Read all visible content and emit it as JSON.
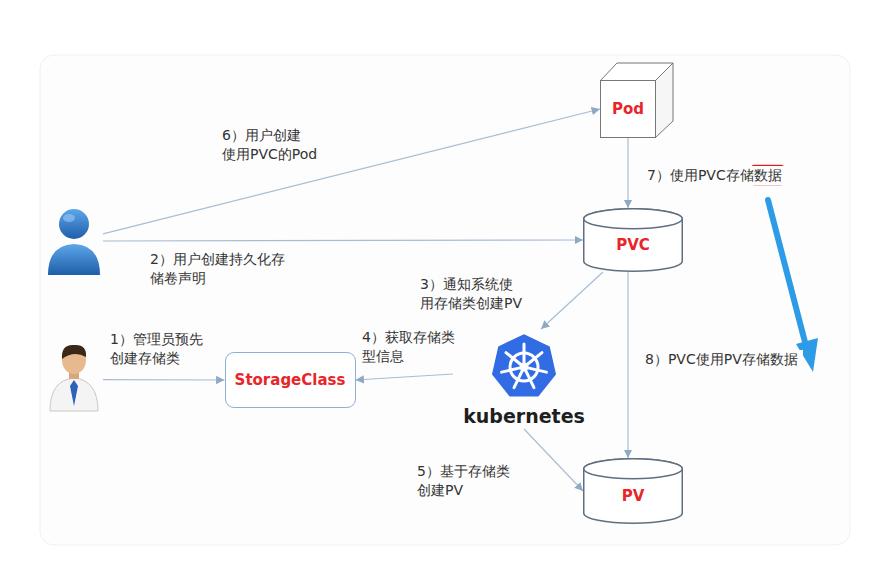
{
  "diagram": {
    "nodes": [
      {
        "text": [
          "Pod"
        ]
      },
      {
        "text": []
      },
      {
        "text": [
          "PVC"
        ]
      },
      {
        "text": []
      },
      {
        "text": [
          "StorageClass"
        ]
      },
      {
        "text": [
          "kubernetes"
        ]
      },
      {
        "text": [
          "PV"
        ]
      }
    ],
    "edges": [
      {
        "from": 3,
        "to": 4,
        "arrow": "to",
        "label": "1）管理员预先 创建存储类"
      },
      {
        "from": 1,
        "to": 2,
        "arrow": "to",
        "label": "2）用户创建持久化存 储卷声明"
      },
      {
        "from": 2,
        "to": 5,
        "arrow": "to",
        "label": "3）通知系统使 用存储类创建PV"
      },
      {
        "from": 5,
        "to": 4,
        "arrow": "to",
        "label": "4）获取存储类 型信息"
      },
      {
        "from": 5,
        "to": 6,
        "arrow": "to",
        "label": "5）基于存储类 创建PV"
      },
      {
        "from": 1,
        "to": 0,
        "arrow": "to",
        "label": "6）用户创建 使用PVC的Pod"
      },
      {
        "from": 0,
        "to": 2,
        "arrow": "to",
        "label": "7）使用PVC存储数据"
      },
      {
        "from": 2,
        "to": 6,
        "arrow": "to",
        "label": "8）PVC使用PV存储数据"
      }
    ]
  }
}
